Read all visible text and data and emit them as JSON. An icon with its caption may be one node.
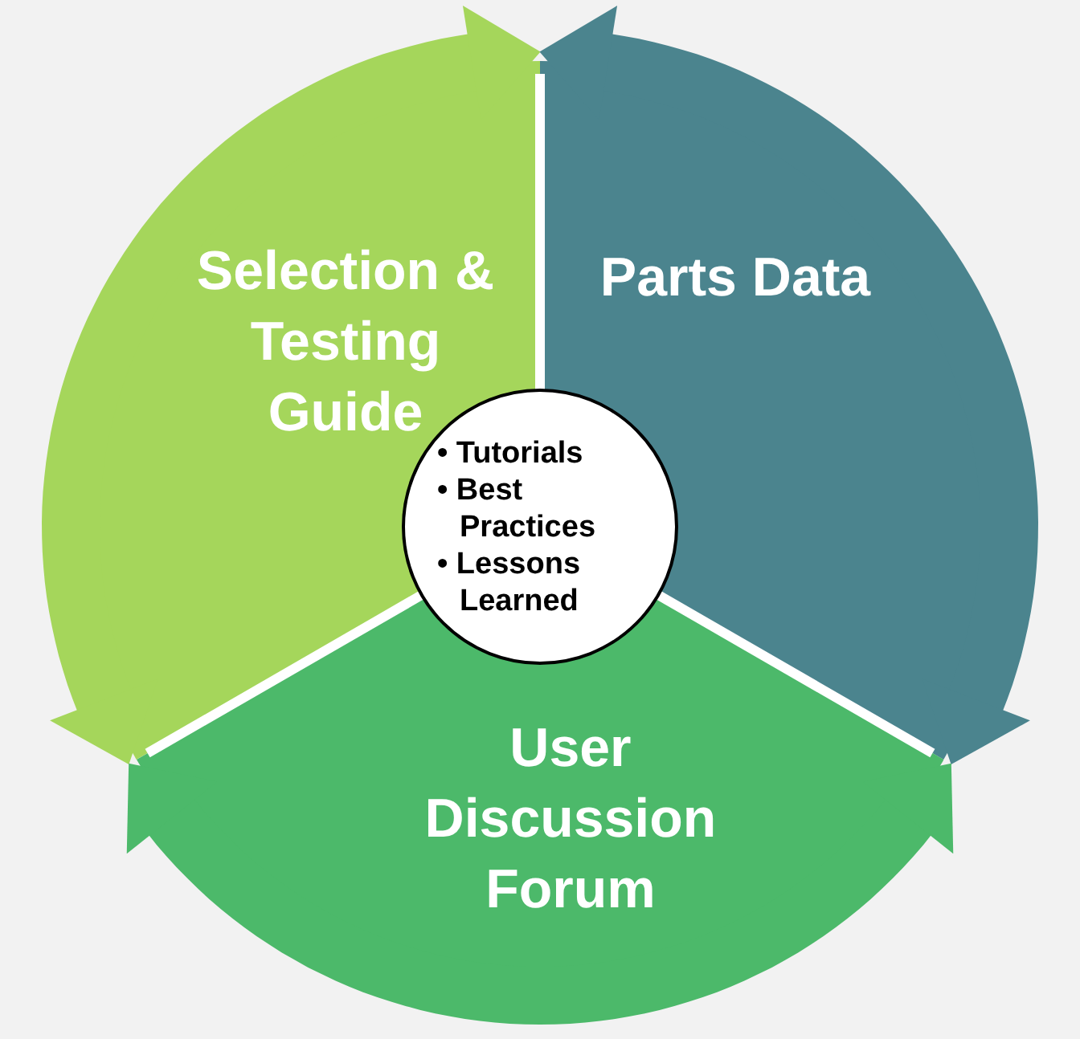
{
  "diagram": {
    "nodes": [
      {
        "text": [
          "Selection & Testing Guide"
        ]
      },
      {
        "text": [
          "Parts Data"
        ]
      },
      {
        "text": [
          "User Discussion Forum"
        ]
      },
      {
        "text": [
          "• Tutorials",
          "• Best Practices",
          "• Lessons Learned"
        ]
      }
    ],
    "edges": [
      {
        "from": 2,
        "to": 1,
        "arrow": "both",
        "color": "#a5d65b"
      },
      {
        "from": 0,
        "to": 2,
        "arrow": "both",
        "color": "#4b848e"
      },
      {
        "from": 1,
        "to": 0,
        "arrow": "both",
        "color": "#4cb96a"
      }
    ]
  }
}
